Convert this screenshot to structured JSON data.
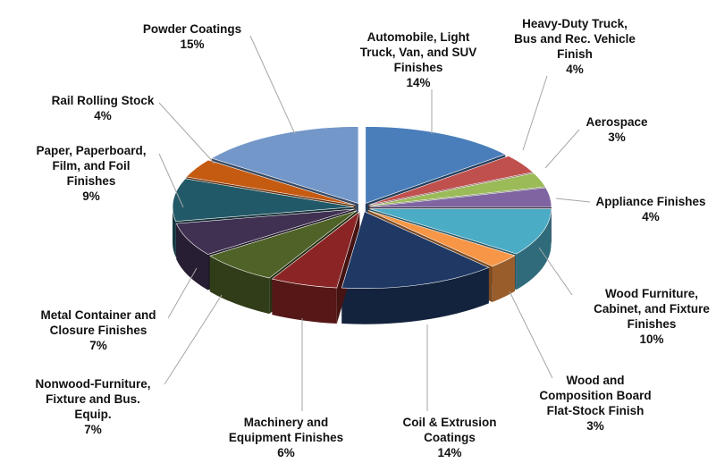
{
  "chart_data": {
    "type": "pie",
    "title": "",
    "slices": [
      {
        "label_lines": [
          "Automobile, Light",
          "Truck, Van, and SUV",
          "Finishes"
        ],
        "value": 14,
        "value_label": "14%",
        "color": "#4a7ebb"
      },
      {
        "label_lines": [
          "Heavy-Duty Truck,",
          "Bus and Rec. Vehicle",
          "Finish"
        ],
        "value": 4,
        "value_label": "4%",
        "color": "#c0504d"
      },
      {
        "label_lines": [
          "Aerospace"
        ],
        "value": 3,
        "value_label": "3%",
        "color": "#9bbb59"
      },
      {
        "label_lines": [
          "Appliance Finishes"
        ],
        "value": 4,
        "value_label": "4%",
        "color": "#8064a2"
      },
      {
        "label_lines": [
          "Wood Furniture,",
          "Cabinet, and Fixture",
          "Finishes"
        ],
        "value": 10,
        "value_label": "10%",
        "color": "#4bacc6"
      },
      {
        "label_lines": [
          "Wood and",
          "Composition Board",
          "Flat-Stock Finish"
        ],
        "value": 3,
        "value_label": "3%",
        "color": "#f79646"
      },
      {
        "label_lines": [
          "Coil & Extrusion",
          "Coatings"
        ],
        "value": 14,
        "value_label": "14%",
        "color": "#1f3864"
      },
      {
        "label_lines": [
          "Machinery and",
          "Equipment Finishes"
        ],
        "value": 6,
        "value_label": "6%",
        "color": "#8b2525"
      },
      {
        "label_lines": [
          "Nonwood-Furniture,",
          "Fixture and Bus.",
          "Equip."
        ],
        "value": 7,
        "value_label": "7%",
        "color": "#4f6228"
      },
      {
        "label_lines": [
          "Metal Container and",
          "Closure Finishes"
        ],
        "value": 7,
        "value_label": "7%",
        "color": "#403152"
      },
      {
        "label_lines": [
          "Paper, Paperboard,",
          "Film, and Foil",
          "Finishes"
        ],
        "value": 9,
        "value_label": "9%",
        "color": "#215968"
      },
      {
        "label_lines": [
          "Rail Rolling Stock"
        ],
        "value": 4,
        "value_label": "4%",
        "color": "#c55a11"
      },
      {
        "label_lines": [
          "Powder Coatings"
        ],
        "value": 15,
        "value_label": "15%",
        "color": "#7397c9"
      }
    ],
    "legend": "none",
    "labels_outside": true
  }
}
